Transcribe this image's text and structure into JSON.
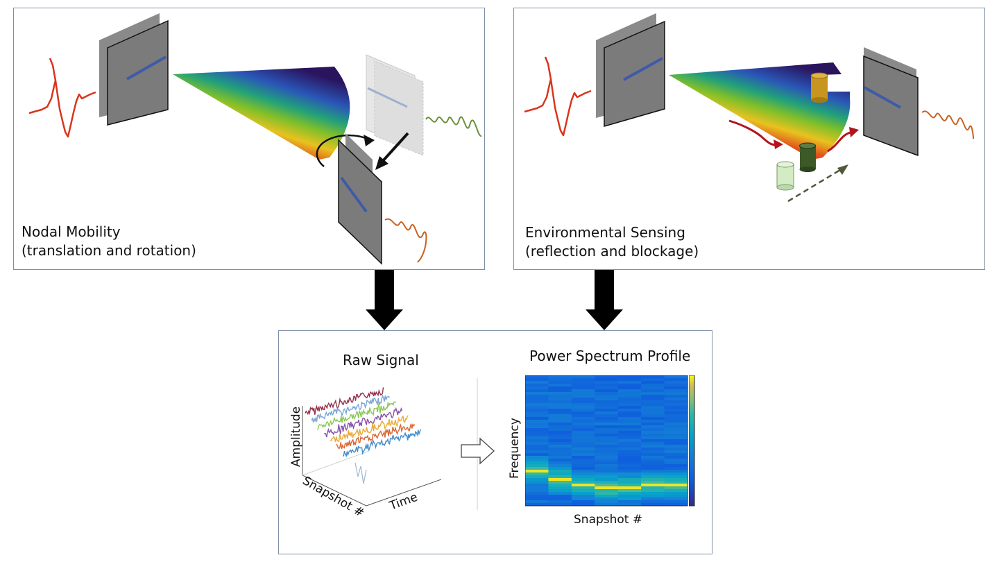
{
  "panels": {
    "nodal": {
      "line1": "Nodal Mobility",
      "line2": "(translation and rotation)"
    },
    "environmental": {
      "line1": "Environmental Sensing",
      "line2": "(reflection and blockage)"
    }
  },
  "bottom": {
    "raw_title": "Raw Signal",
    "psp_title": "Power Spectrum Profile",
    "raw_axes": {
      "z": "Amplitude",
      "y": "Snapshot #",
      "x": "Time"
    },
    "psp_axes": {
      "y": "Frequency",
      "x": "Snapshot #"
    }
  },
  "colors": {
    "panel_border": "#7f8fa6",
    "antenna_gray": "#7b7b7b",
    "antenna_bar": "#3f5aa8",
    "pulse_red": "#d9341a",
    "wave_green": "#6b8f3a",
    "wave_orange": "#c9611f",
    "reflect_arrow": "#b3141c",
    "cyl_gold": "#c8961e",
    "cyl_dark": "#3c5a28",
    "cyl_light": "#d3ecc4"
  },
  "icons": [
    "arrow-down-icon",
    "arrow-right-outline-icon"
  ]
}
